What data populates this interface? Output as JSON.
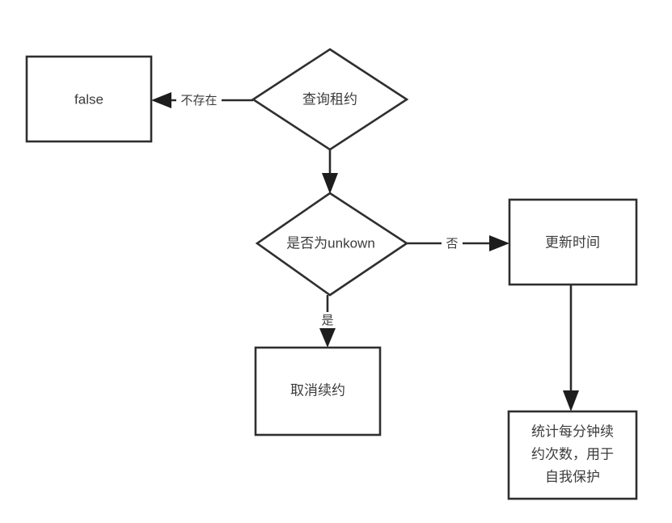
{
  "diagram": {
    "type": "flowchart",
    "title": "",
    "background_color": "#ffffff",
    "line_color": "#2b2b2b",
    "text_color": "#3c3c3c",
    "nodes": [
      {
        "id": "false-box",
        "shape": "rectangle",
        "label": "false",
        "lines": [
          "false"
        ]
      },
      {
        "id": "query-lease-diamond",
        "shape": "diamond",
        "label": "查询租约",
        "lines": [
          "查询租约"
        ]
      },
      {
        "id": "is-unknown-diamond",
        "shape": "diamond",
        "label": "是否为unkown",
        "lines": [
          "是否为unkown"
        ]
      },
      {
        "id": "update-time-box",
        "shape": "rectangle",
        "label": "更新时间",
        "lines": [
          "更新时间"
        ]
      },
      {
        "id": "cancel-renew-box",
        "shape": "rectangle",
        "label": "取消续约",
        "lines": [
          "取消续约"
        ]
      },
      {
        "id": "stats-box",
        "shape": "rectangle",
        "label": "统计每分钟续约次数，用于自我保护",
        "lines": [
          "统计每分钟续",
          "约次数，用于",
          "自我保护"
        ]
      }
    ],
    "edges": [
      {
        "id": "edge-not-exist",
        "from": "query-lease-diamond",
        "to": "false-box",
        "label": "不存在",
        "direction": "left"
      },
      {
        "id": "edge-query-to-unknown",
        "from": "query-lease-diamond",
        "to": "is-unknown-diamond",
        "label": "",
        "direction": "down"
      },
      {
        "id": "edge-no",
        "from": "is-unknown-diamond",
        "to": "update-time-box",
        "label": "否",
        "direction": "right"
      },
      {
        "id": "edge-yes",
        "from": "is-unknown-diamond",
        "to": "cancel-renew-box",
        "label": "是",
        "direction": "down"
      },
      {
        "id": "edge-update-to-stats",
        "from": "update-time-box",
        "to": "stats-box",
        "label": "",
        "direction": "down"
      }
    ]
  }
}
